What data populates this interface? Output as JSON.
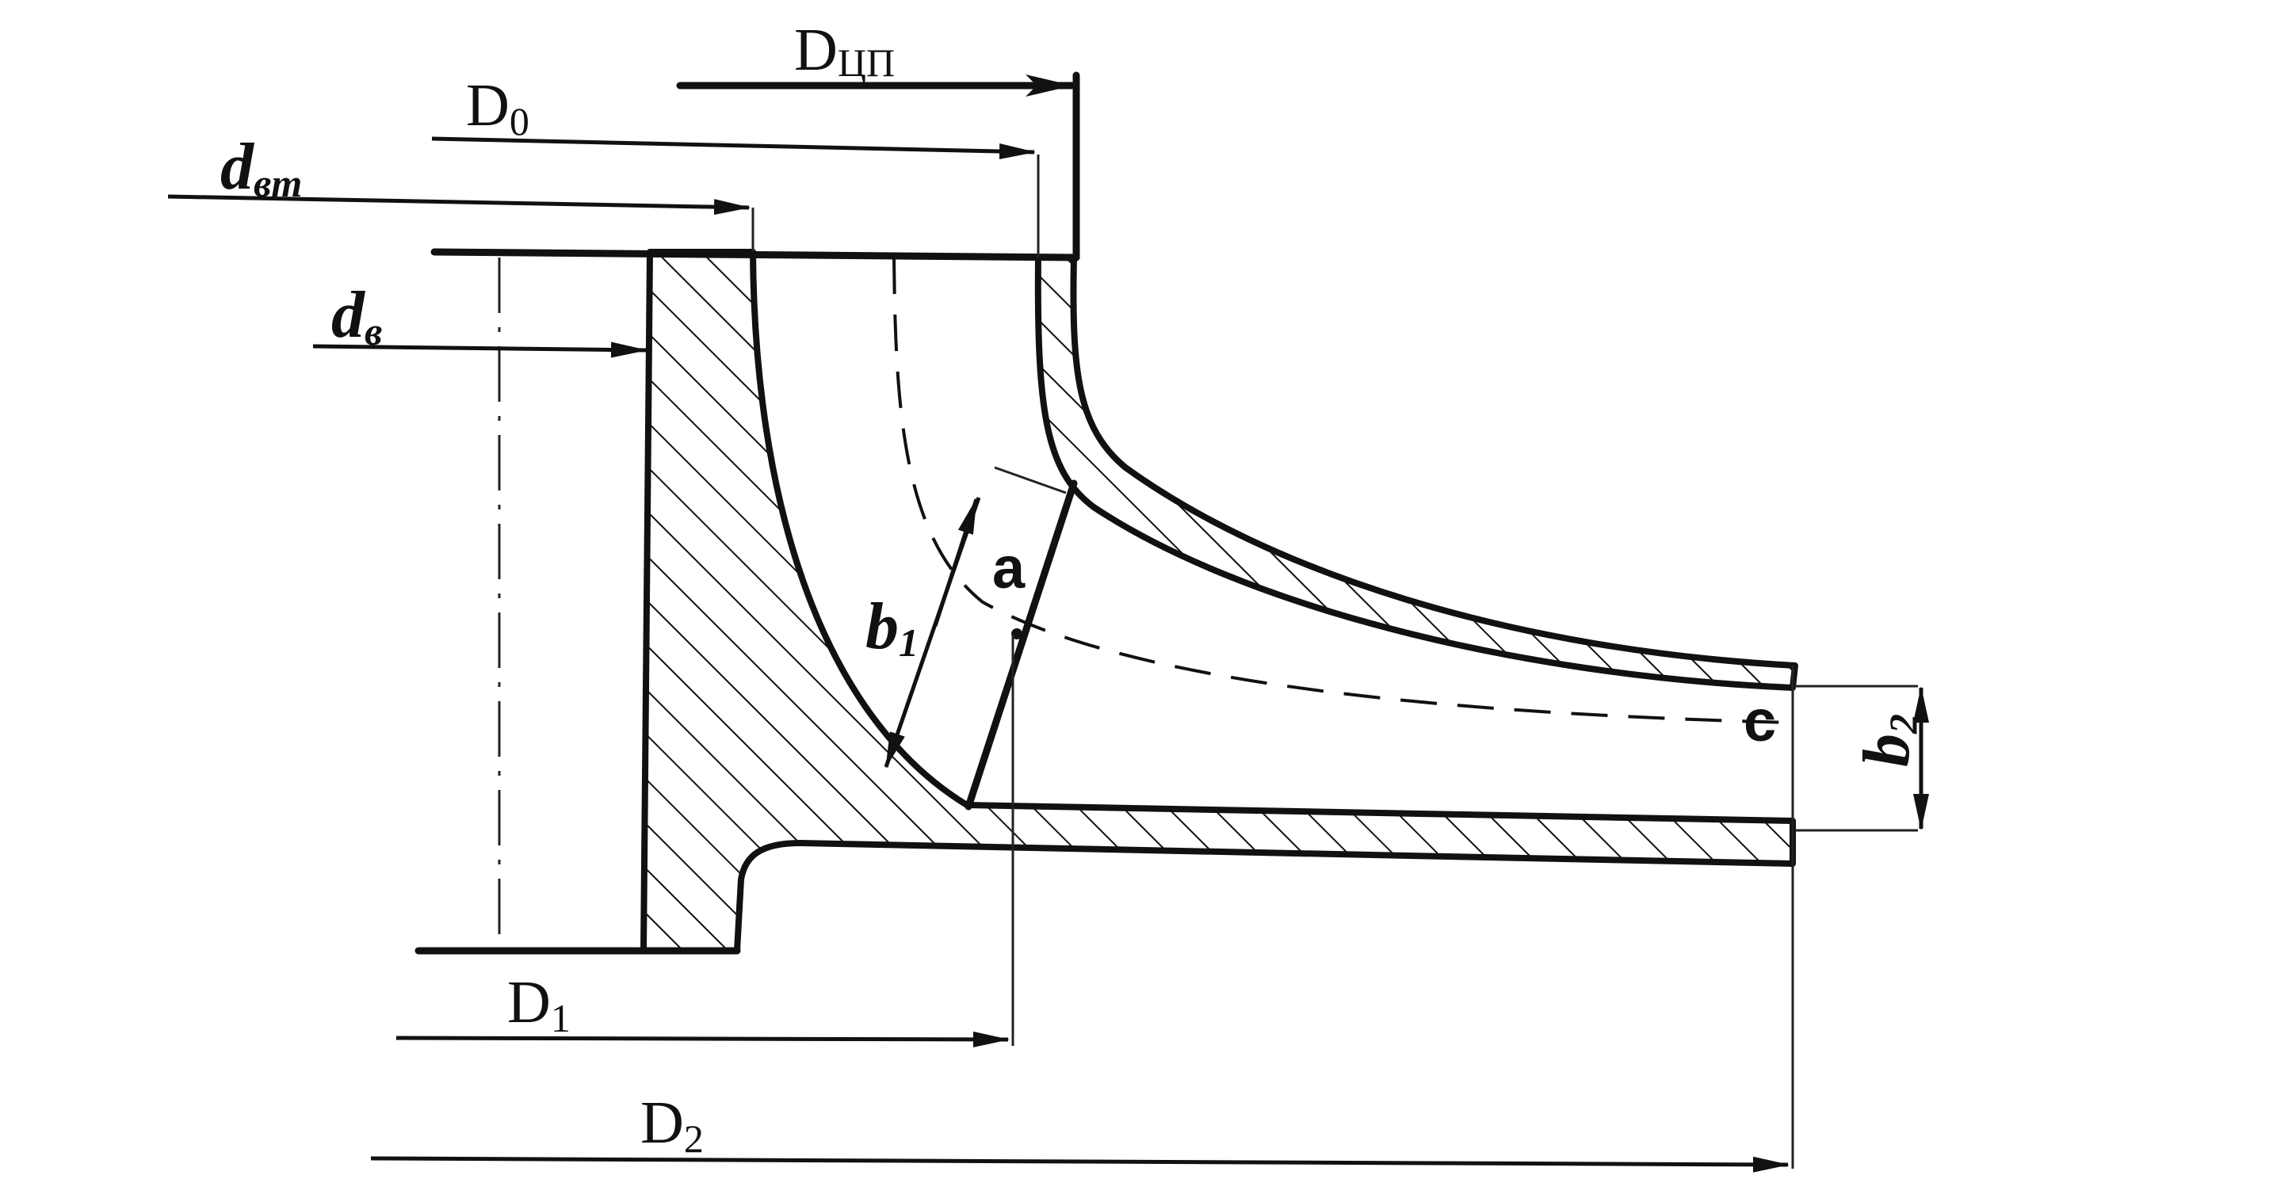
{
  "labels": {
    "d_cp": {
      "main": "D",
      "sub": "ЦП"
    },
    "d0": {
      "main": "D",
      "sub": "0"
    },
    "d_vt": {
      "main": "d",
      "sub": "вт"
    },
    "d_v": {
      "main": "d",
      "sub": "в"
    },
    "a": "a",
    "b1": {
      "main": "b",
      "sub": "1"
    },
    "c": "c",
    "b2": {
      "main": "b",
      "sub": "2"
    },
    "d1": {
      "main": "D",
      "sub": "1"
    },
    "d2": {
      "main": "D",
      "sub": "2"
    }
  }
}
